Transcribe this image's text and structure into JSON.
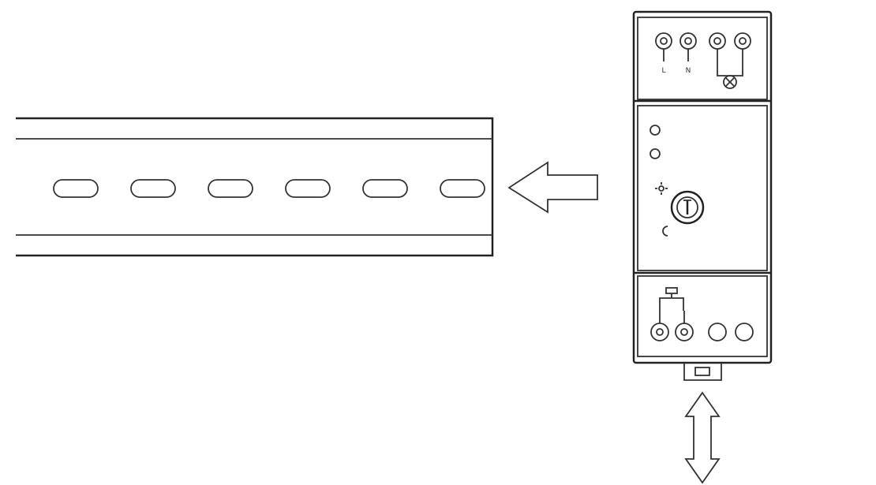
{
  "diagram": {
    "rail": {
      "slot_count": 6
    },
    "mount_arrow": {
      "direction": "left"
    },
    "clip_arrow": {
      "direction": "vertical"
    },
    "device": {
      "top_terminals": 4,
      "top_terminal_labels": [
        "L",
        "N",
        "",
        ""
      ],
      "indicator_leds": 2,
      "bottom_terminals_wired": 2,
      "bottom_terminals_open": 2
    },
    "icons": [
      "din-rail",
      "arrow-left-icon",
      "double-arrow-vertical-icon",
      "sun-icon",
      "moon-icon",
      "rotary-knob-icon",
      "lamp-icon",
      "sensor-icon"
    ]
  }
}
